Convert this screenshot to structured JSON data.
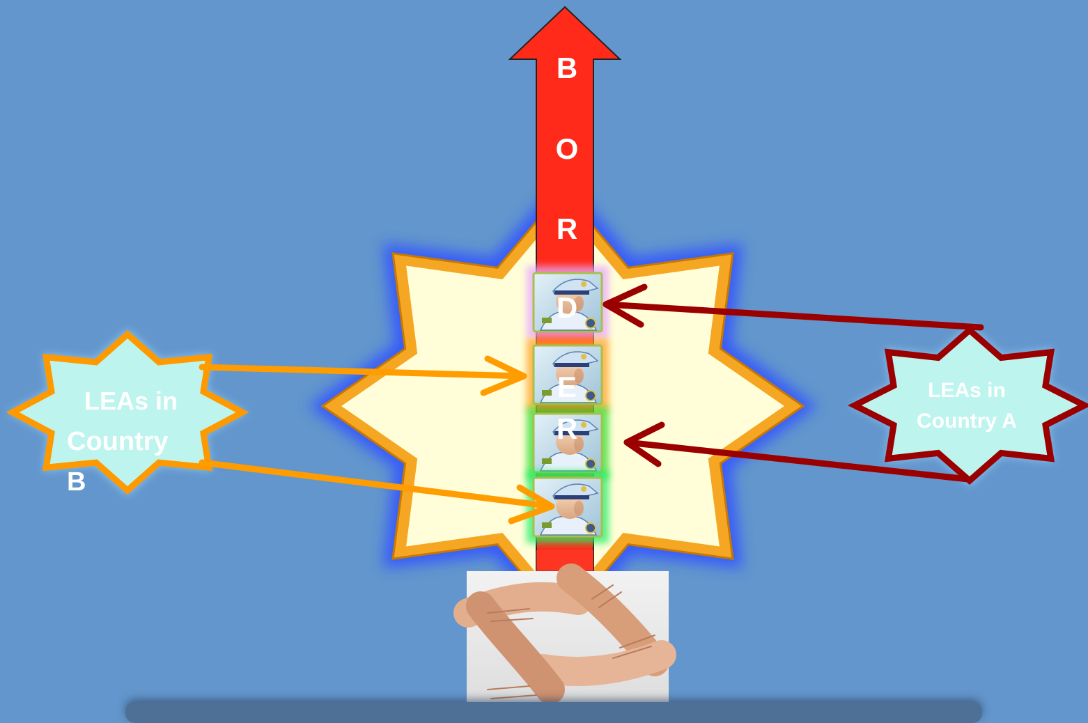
{
  "border_arrow": {
    "letters": [
      "B",
      "O",
      "R",
      "D",
      "E",
      "R"
    ],
    "color": "#ff2a1a"
  },
  "left_star": {
    "label_lines": [
      "LEAs in",
      "Country",
      "B"
    ],
    "fill": "#bdf5ee",
    "outline": "#ff9900"
  },
  "right_star": {
    "label_lines": [
      "LEAs in",
      "Country A"
    ],
    "fill": "#bdf5ee",
    "outline": "#9b0000"
  },
  "central_star": {
    "fill": "#fffed8",
    "outline": "#f5a623",
    "glow": "#2a4bff"
  },
  "officers": [
    {
      "icon": "police-officer-icon",
      "glow": "#e8a8ff"
    },
    {
      "icon": "police-officer-icon",
      "glow": "#ffa020"
    },
    {
      "icon": "police-officer-icon",
      "glow": "#33dd33"
    },
    {
      "icon": "police-officer-icon",
      "glow": "#22ee66"
    }
  ],
  "colors": {
    "background": "#6396cc",
    "orange_arrow": "#ff9d00",
    "dark_red_arrow": "#9b0000"
  },
  "photo": {
    "icon": "joined-hands-photo"
  }
}
